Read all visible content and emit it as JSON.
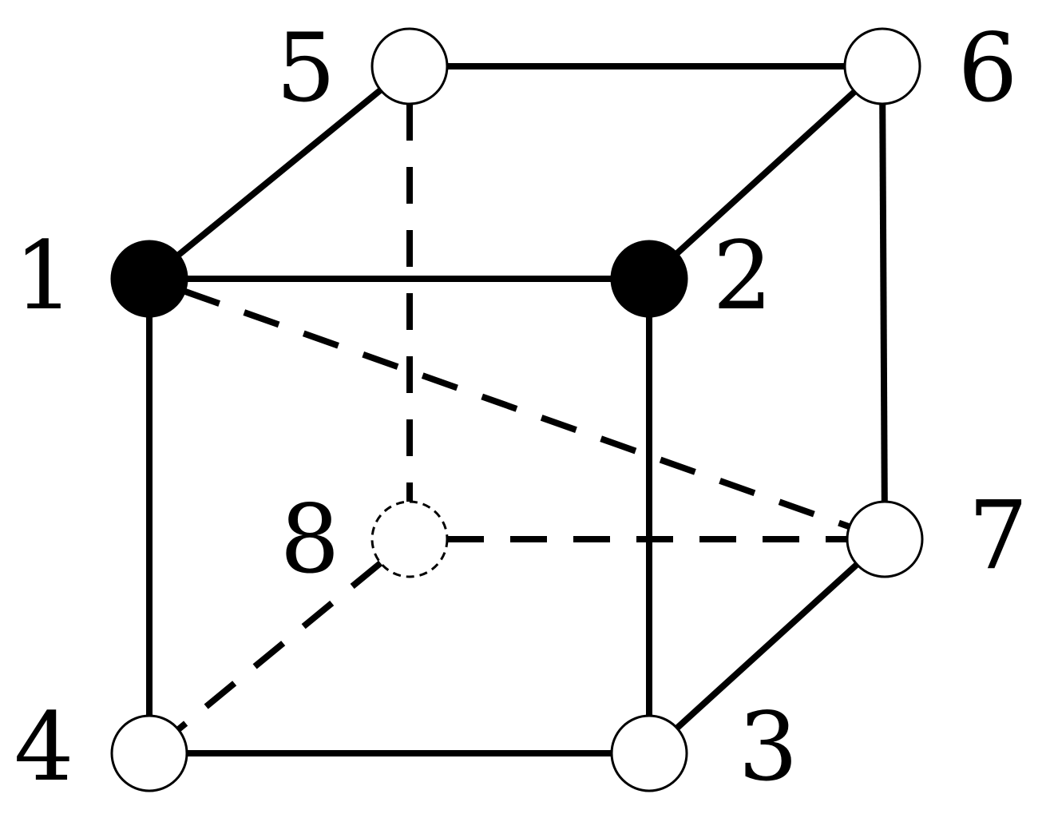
{
  "diagram": {
    "type": "cube-graph",
    "nodes": [
      {
        "id": "1",
        "label": "1",
        "fill": "black"
      },
      {
        "id": "2",
        "label": "2",
        "fill": "black"
      },
      {
        "id": "3",
        "label": "3",
        "fill": "white"
      },
      {
        "id": "4",
        "label": "4",
        "fill": "white"
      },
      {
        "id": "5",
        "label": "5",
        "fill": "white"
      },
      {
        "id": "6",
        "label": "6",
        "fill": "white"
      },
      {
        "id": "7",
        "label": "7",
        "fill": "white"
      },
      {
        "id": "8",
        "label": "8",
        "fill": "white",
        "hidden": true
      }
    ],
    "edges": [
      {
        "from": "1",
        "to": "2",
        "style": "solid"
      },
      {
        "from": "1",
        "to": "4",
        "style": "solid"
      },
      {
        "from": "1",
        "to": "5",
        "style": "solid"
      },
      {
        "from": "2",
        "to": "3",
        "style": "solid"
      },
      {
        "from": "2",
        "to": "6",
        "style": "solid"
      },
      {
        "from": "3",
        "to": "4",
        "style": "solid"
      },
      {
        "from": "3",
        "to": "7",
        "style": "solid"
      },
      {
        "from": "5",
        "to": "6",
        "style": "solid"
      },
      {
        "from": "6",
        "to": "7",
        "style": "solid"
      },
      {
        "from": "1",
        "to": "7",
        "style": "dashed"
      },
      {
        "from": "5",
        "to": "8",
        "style": "dashed"
      },
      {
        "from": "8",
        "to": "7",
        "style": "dashed"
      },
      {
        "from": "8",
        "to": "4",
        "style": "dashed"
      }
    ],
    "colors": {
      "line": "#000000",
      "filled_node": "#000000",
      "open_node": "#ffffff"
    }
  }
}
